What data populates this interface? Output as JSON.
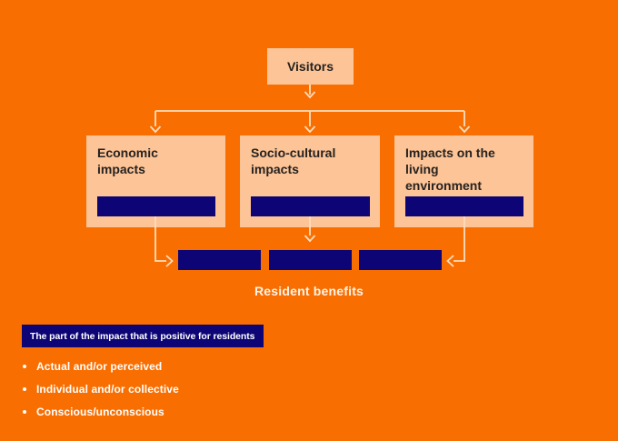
{
  "colors": {
    "background": "#F96E00",
    "panel": "#FCC497",
    "navy": "#0D0575",
    "dark_text": "#262220",
    "light_text": "#FFF3E9",
    "white": "#FFFFFF",
    "arrow": "#FFDDBD"
  },
  "flowchart": {
    "root_label": "Visitors",
    "branches": [
      {
        "label": "Economic\nimpacts"
      },
      {
        "label": "Socio-cultural\nimpacts"
      },
      {
        "label": "Impacts on the\nliving\nenvironment"
      }
    ],
    "result_label": "Resident benefits"
  },
  "definition": {
    "label": "The part of the impact that is positive for residents",
    "bullets": [
      "Actual and/or perceived",
      "Individual and/or collective",
      "Conscious/unconscious"
    ]
  }
}
